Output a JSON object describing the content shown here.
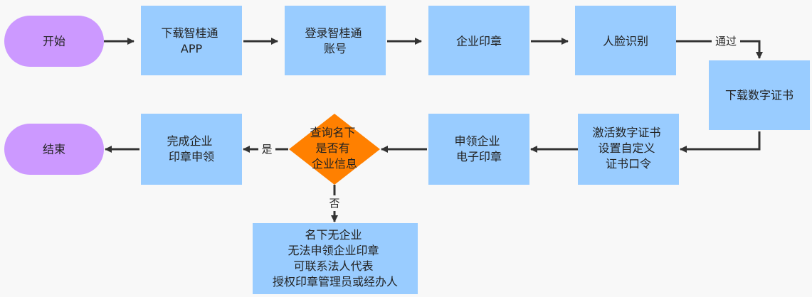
{
  "colors": {
    "background": "#f8f8f8",
    "terminal_fill": "#cc99ff",
    "process_fill": "#99ccff",
    "decision_fill": "#ff8000",
    "edge": "#333333",
    "text": "#222222"
  },
  "nodes": {
    "start": "开始",
    "download_app": [
      "下载智桂通",
      "APP"
    ],
    "login": [
      "登录智桂通",
      "账号"
    ],
    "enterprise_seal": "企业印章",
    "face_recognition": "人脸识别",
    "download_cert": "下载数字证书",
    "activate_cert": [
      "激活数字证书",
      "设置自定义",
      "证书口令"
    ],
    "apply_e_seal": [
      "申领企业",
      "电子印章"
    ],
    "query_decision": [
      "查询名下",
      "是否有",
      "企业信息"
    ],
    "complete": [
      "完成企业",
      "印章申领"
    ],
    "end": "结束",
    "no_enterprise": [
      "名下无企业",
      "无法申领企业印章",
      "可联系法人代表",
      "授权印章管理员或经办人"
    ]
  },
  "edge_labels": {
    "pass": "通过",
    "yes": "是",
    "no": "否"
  }
}
